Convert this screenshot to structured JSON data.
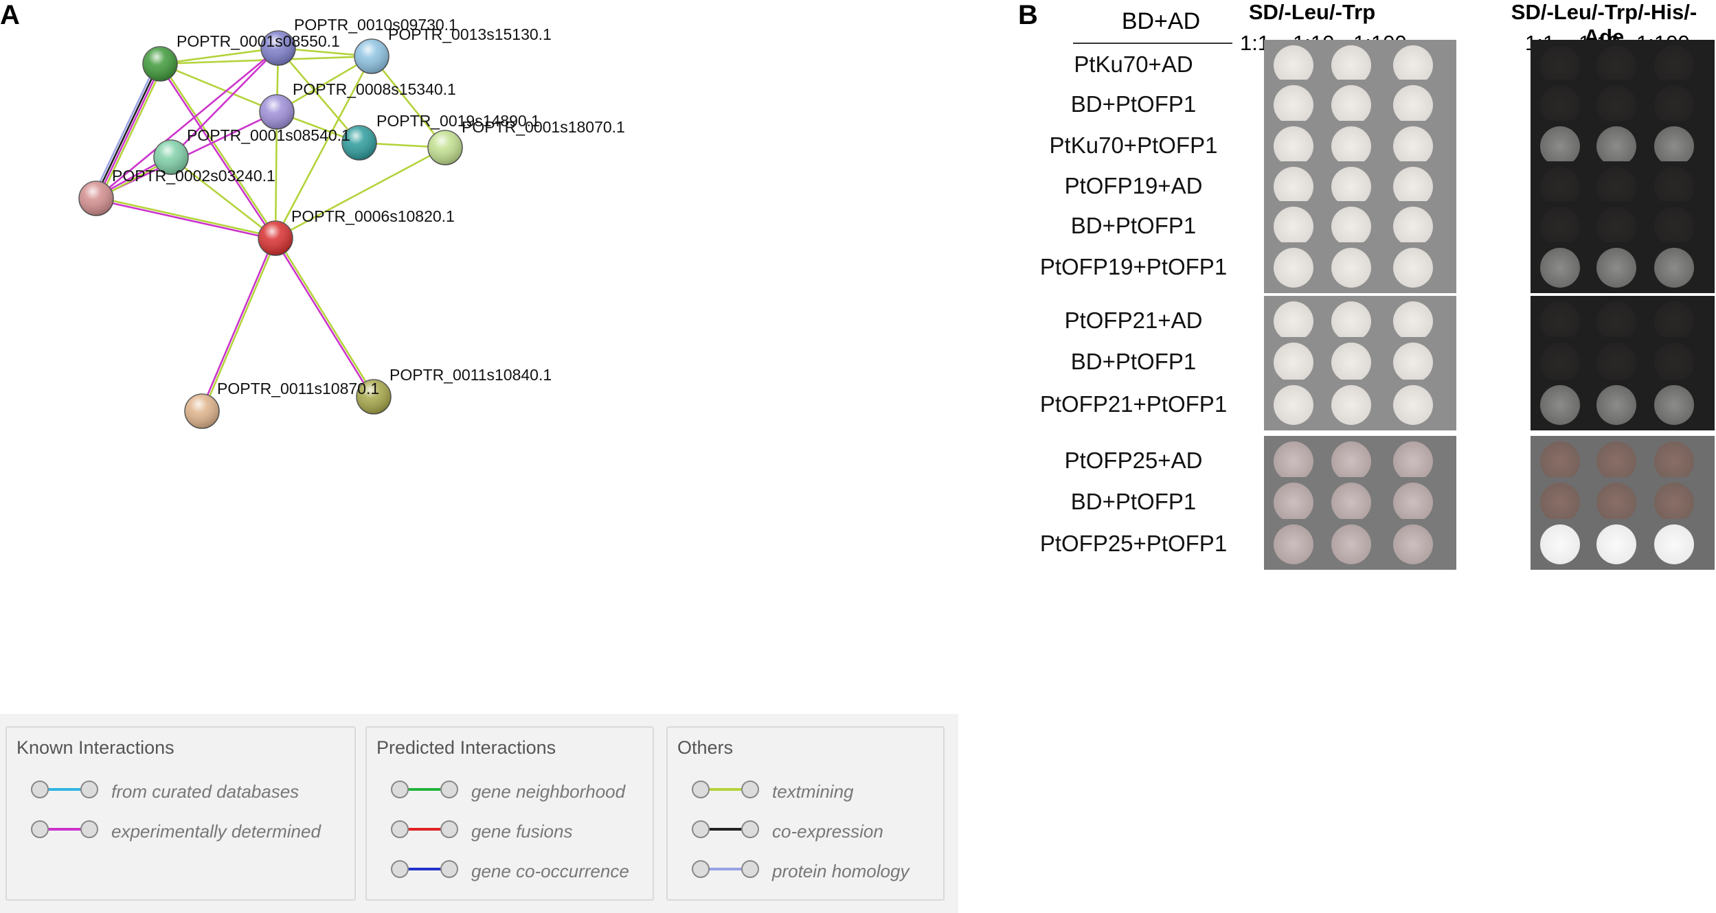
{
  "panel_a": {
    "letter": "A",
    "nodes": [
      {
        "id": "n1",
        "label": "POPTR_0001s08550.1",
        "color": "#3f9a3a"
      },
      {
        "id": "n2",
        "label": "POPTR_0010s09730.1",
        "color": "#7f7fcc"
      },
      {
        "id": "n3",
        "label": "POPTR_0013s15130.1",
        "color": "#8fc3e3"
      },
      {
        "id": "n4",
        "label": "POPTR_0008s15340.1",
        "color": "#9f8fd9"
      },
      {
        "id": "n5",
        "label": "POPTR_0019s14890.1",
        "color": "#2e9c9c"
      },
      {
        "id": "n6",
        "label": "POPTR_0001s18070.1",
        "color": "#c2e08f"
      },
      {
        "id": "n7",
        "label": "POPTR_0001s08540.1",
        "color": "#7fd0a8"
      },
      {
        "id": "n8",
        "label": "POPTR_0002s03240.1",
        "color": "#d48f8f"
      },
      {
        "id": "n9",
        "label": "POPTR_0006s10820.1",
        "color": "#d93030"
      },
      {
        "id": "n10",
        "label": "POPTR_0011s10870.1",
        "color": "#e0b48c"
      },
      {
        "id": "n11",
        "label": "POPTR_0011s10840.1",
        "color": "#a8a84a"
      }
    ],
    "legend": {
      "known": {
        "title": "Known Interactions",
        "items": [
          {
            "label": "from curated databases",
            "color": "#33b5e0"
          },
          {
            "label": "experimentally determined",
            "color": "#cc33cc"
          }
        ]
      },
      "predicted": {
        "title": "Predicted Interactions",
        "items": [
          {
            "label": "gene neighborhood",
            "color": "#22b33a"
          },
          {
            "label": "gene fusions",
            "color": "#e02222"
          },
          {
            "label": "gene co-occurrence",
            "color": "#2233cc"
          }
        ]
      },
      "others": {
        "title": "Others",
        "items": [
          {
            "label": "textmining",
            "color": "#b3d33a"
          },
          {
            "label": "co-expression",
            "color": "#222222"
          },
          {
            "label": "protein homology",
            "color": "#99a3e6"
          }
        ]
      }
    }
  },
  "panel_b": {
    "letter": "B",
    "header_label": "BD+AD",
    "media": [
      {
        "name": "SD/-Leu/-Trp",
        "dilutions": [
          "1:1",
          "1:10",
          "1:100"
        ]
      },
      {
        "name": "SD/-Leu/-Trp/-His/-Ade",
        "dilutions": [
          "1:1",
          "1:10",
          "1:100"
        ]
      }
    ],
    "rows": [
      {
        "label": "PtKu70+AD",
        "growth_qdo": [
          0,
          0,
          0
        ]
      },
      {
        "label": "BD+PtOFP1",
        "growth_qdo": [
          0,
          0,
          0
        ]
      },
      {
        "label": "PtKu70+PtOFP1",
        "growth_qdo": [
          1,
          1,
          1
        ]
      },
      {
        "label": "PtOFP19+AD",
        "growth_qdo": [
          0,
          0,
          0
        ]
      },
      {
        "label": "BD+PtOFP1",
        "growth_qdo": [
          0,
          0,
          0
        ]
      },
      {
        "label": "PtOFP19+PtOFP1",
        "growth_qdo": [
          1,
          1,
          1
        ]
      },
      {
        "label": "PtOFP21+AD",
        "growth_qdo": [
          0,
          0,
          0
        ]
      },
      {
        "label": "BD+PtOFP1",
        "growth_qdo": [
          0,
          0,
          0
        ]
      },
      {
        "label": "PtOFP21+PtOFP1",
        "growth_qdo": [
          1,
          1,
          1
        ]
      },
      {
        "label": "PtOFP25+AD",
        "growth_qdo": [
          0,
          0,
          0
        ]
      },
      {
        "label": "BD+PtOFP1",
        "growth_qdo": [
          0,
          0,
          0
        ]
      },
      {
        "label": "PtOFP25+PtOFP1",
        "growth_qdo": [
          1,
          1,
          1
        ]
      }
    ]
  }
}
